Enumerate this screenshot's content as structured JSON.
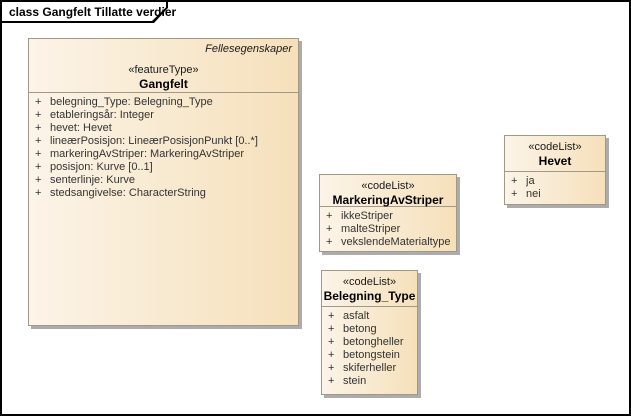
{
  "frame": {
    "title": "class Gangfelt Tillatte verdier"
  },
  "palette": {
    "fill_light": "#FCF4E8",
    "fill_dark": "#F5E0BA",
    "box_border": "#A19887",
    "shadow": "#ACACAC",
    "frame_border": "#000000"
  },
  "gangfelt": {
    "owner_tag": "Fellesegenskaper",
    "stereotype": "«featureType»",
    "name": "Gangfelt",
    "attributes": [
      {
        "vis": "+",
        "text": "belegning_Type: Belegning_Type"
      },
      {
        "vis": "+",
        "text": "etableringsår: Integer"
      },
      {
        "vis": "+",
        "text": "hevet: Hevet"
      },
      {
        "vis": "+",
        "text": "lineærPosisjon: LineærPosisjonPunkt [0..*]"
      },
      {
        "vis": "+",
        "text": "markeringAvStriper: MarkeringAvStriper"
      },
      {
        "vis": "+",
        "text": "posisjon: Kurve [0..1]"
      },
      {
        "vis": "+",
        "text": "senterlinje: Kurve"
      },
      {
        "vis": "+",
        "text": "stedsangivelse: CharacterString"
      }
    ]
  },
  "markering_av_striper": {
    "stereotype": "«codeList»",
    "name": "MarkeringAvStriper",
    "literals": [
      {
        "vis": "+",
        "text": "ikkeStriper"
      },
      {
        "vis": "+",
        "text": "malteStriper"
      },
      {
        "vis": "+",
        "text": "vekslendeMaterialtype"
      }
    ]
  },
  "belegning_type": {
    "stereotype": "«codeList»",
    "name": "Belegning_Type",
    "literals": [
      {
        "vis": "+",
        "text": "asfalt"
      },
      {
        "vis": "+",
        "text": "betong"
      },
      {
        "vis": "+",
        "text": "betongheller"
      },
      {
        "vis": "+",
        "text": "betongstein"
      },
      {
        "vis": "+",
        "text": "skiferheller"
      },
      {
        "vis": "+",
        "text": "stein"
      }
    ]
  },
  "hevet": {
    "stereotype": "«codeList»",
    "name": "Hevet",
    "literals": [
      {
        "vis": "+",
        "text": "ja"
      },
      {
        "vis": "+",
        "text": "nei"
      }
    ]
  }
}
